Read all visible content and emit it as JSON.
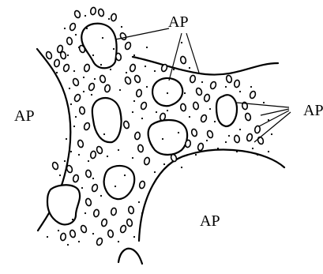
{
  "labels": {
    "top": "AP",
    "left": "AP",
    "right": "AP",
    "bottom": "AP"
  },
  "colors": {
    "ink": "#000000",
    "paper": "#ffffff"
  }
}
